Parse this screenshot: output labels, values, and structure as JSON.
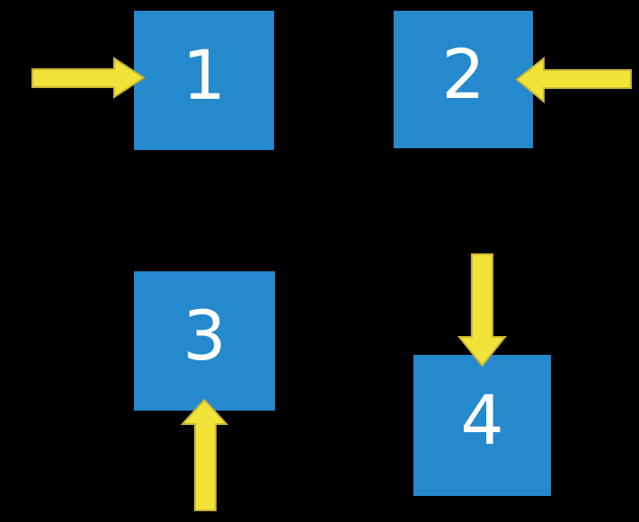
{
  "scene": {
    "squares": [
      {
        "label": "1",
        "arrow_direction": "right",
        "arrow_position": "left-of-square"
      },
      {
        "label": "2",
        "arrow_direction": "left",
        "arrow_position": "right-of-square"
      },
      {
        "label": "3",
        "arrow_direction": "up",
        "arrow_position": "below-square"
      },
      {
        "label": "4",
        "arrow_direction": "down",
        "arrow_position": "above-square"
      }
    ],
    "colors": {
      "background": "#000000",
      "square_fill": "#2589CD",
      "square_label": "#FFFFFF",
      "arrow_fill": "#F2E33B",
      "arrow_stroke": "#C9B52F"
    }
  }
}
